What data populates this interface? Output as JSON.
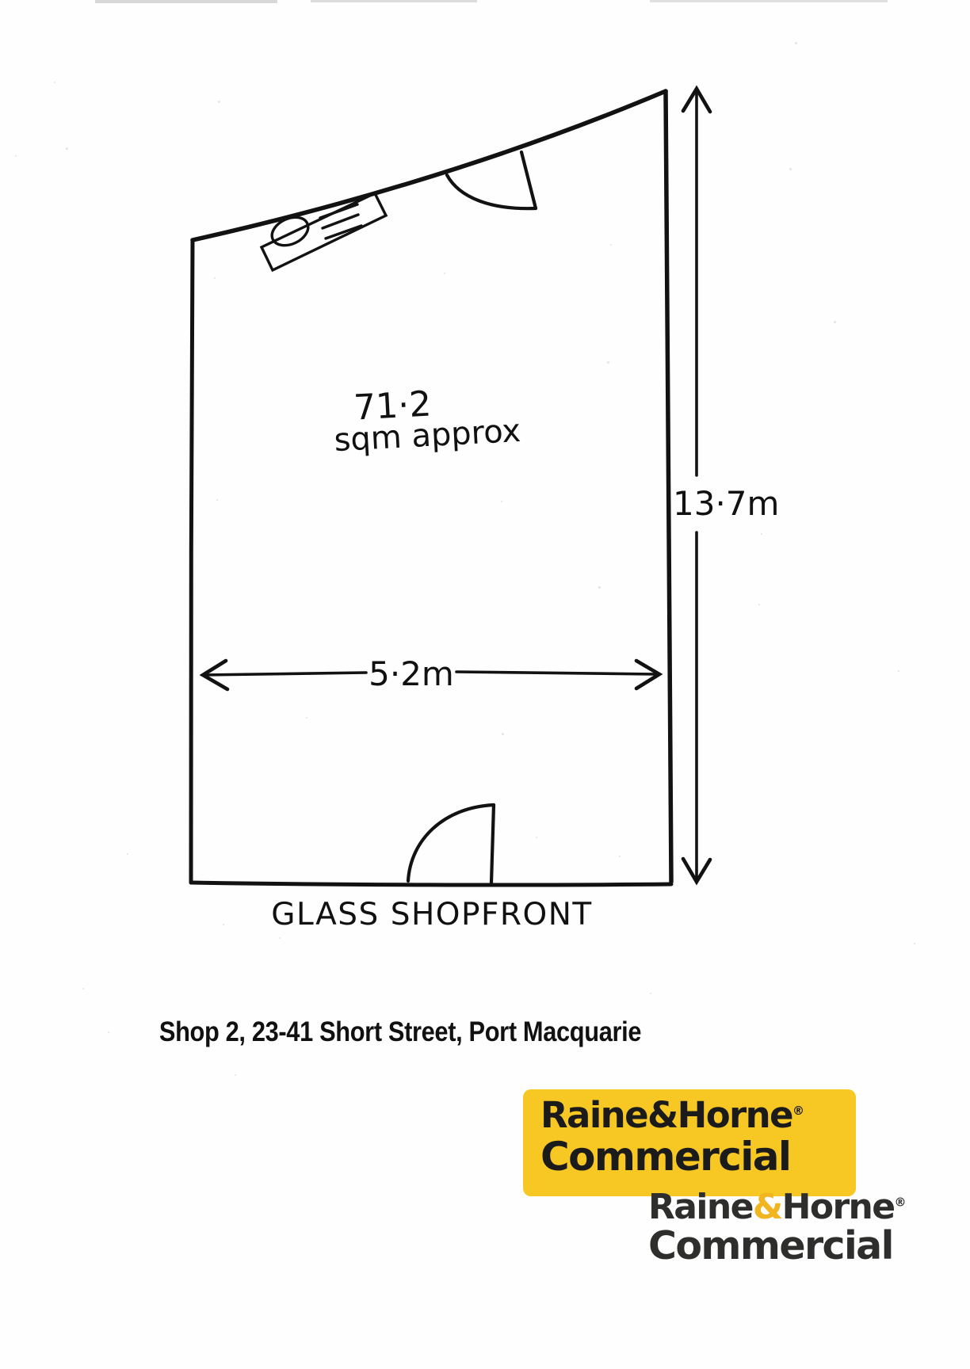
{
  "document": {
    "type": "hand-drawn-floor-plan",
    "caption": "Shop 2, 23-41 Short Street, Port Macquarie"
  },
  "plan": {
    "area_value": "71·2",
    "area_unit": "sqm approx",
    "width_dimension": "5·2m",
    "depth_dimension": "13·7m",
    "frontage_label": "GLASS  SHOPFRONT",
    "features": [
      {
        "name": "sink-fixture",
        "label": ""
      },
      {
        "name": "rear-door-swing",
        "label": ""
      },
      {
        "name": "front-door-swing",
        "label": ""
      }
    ]
  },
  "branding": {
    "primary_logo": {
      "line1": "Raine&Horne",
      "line2": "Commercial",
      "registered_mark": "®",
      "background_color": "#F7C724",
      "text_color": "#1b1b1b"
    },
    "secondary_logo": {
      "line1_a": "Raine",
      "line1_amp": "&",
      "line1_b": "Horne",
      "line2": "Commercial",
      "registered_mark": "®",
      "text_color": "#2e2e2c",
      "accent_color": "#F0B51F"
    }
  }
}
